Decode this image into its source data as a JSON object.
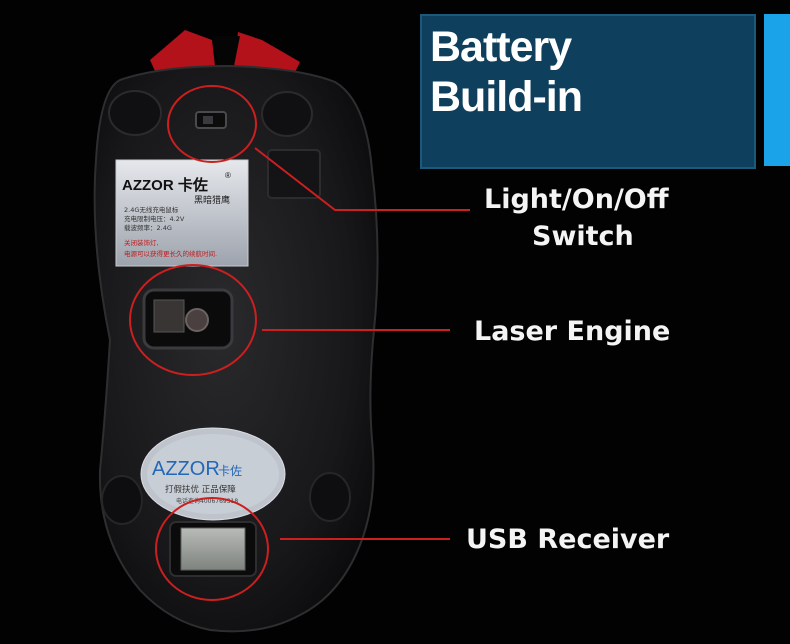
{
  "banner": {
    "line1": "Battery",
    "line2": "Build-in",
    "bg_color": "#0e3f5c",
    "accent_color": "#1aa3e8"
  },
  "callouts": {
    "switch_line1": "Light/On/Off",
    "switch_line2": "Switch",
    "laser": "Laser Engine",
    "usb": "USB Receiver"
  },
  "sticker_top": {
    "brand": "AZZOR 卡佐",
    "registered": "®",
    "model": "黑暗猎鹰",
    "spec1": "2.4G无线充电鼠标",
    "spec2": "充电限制电压：4.2V",
    "spec3": "载波频率：2.4G",
    "warn1": "关闭装饰灯,",
    "warn2": "电源可以获得更长久的续航时间."
  },
  "sticker_bottom": {
    "brand": "AZZOR",
    "brand_cn": "卡佐",
    "slogan": "打假扶优  正品保障",
    "phone": "电话查询4006769318"
  },
  "colors": {
    "highlight_circle": "#cc1f1f",
    "mouse_body": "#1a1a1c",
    "mouse_trim": "#b3121b"
  }
}
